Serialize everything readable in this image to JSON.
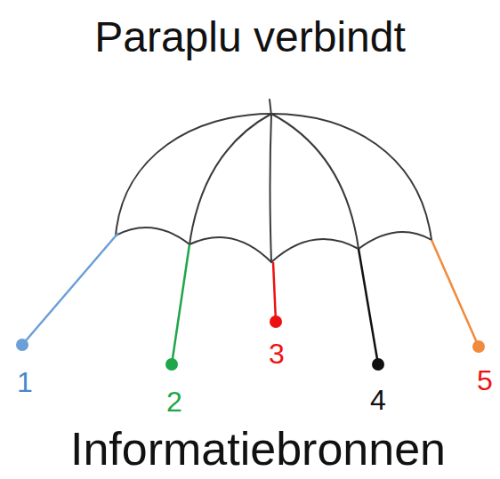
{
  "diagram": {
    "title": "Paraplu verbindt",
    "caption": "Informatiebronnen",
    "labels": [
      "1",
      "2",
      "3",
      "4",
      "5"
    ]
  }
}
